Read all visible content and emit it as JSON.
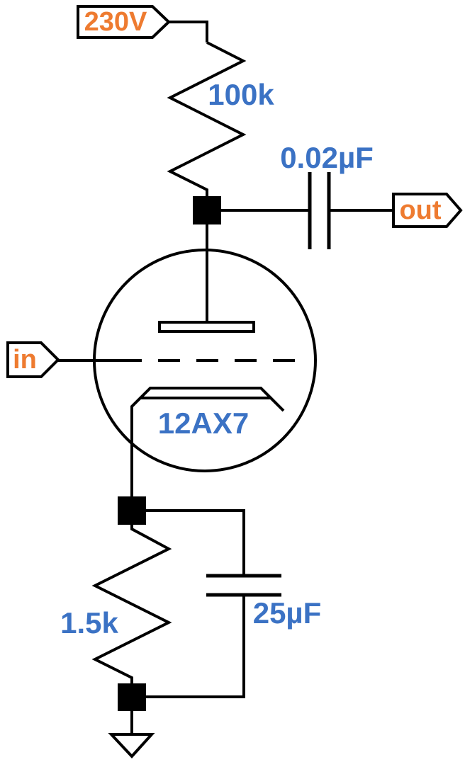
{
  "title": "Triode gain stage schematic",
  "colors": {
    "value_label_blue": "#3B72C4",
    "tag_label_orange": "#EE7B30",
    "wire_black": "#000000",
    "background": "#FFFFFF"
  },
  "tags": {
    "supply": {
      "label": "230V"
    },
    "input": {
      "label": "in"
    },
    "output": {
      "label": "out"
    }
  },
  "components": {
    "plate_resistor": {
      "type": "resistor",
      "value": "100k"
    },
    "coupling_capacitor": {
      "type": "capacitor",
      "value": "0.02µF"
    },
    "triode": {
      "type": "vacuum-tube-triode",
      "value": "12AX7"
    },
    "cathode_resistor": {
      "type": "resistor",
      "value": "1.5k"
    },
    "cathode_bypass_capacitor": {
      "type": "capacitor",
      "value": "25µF"
    }
  }
}
